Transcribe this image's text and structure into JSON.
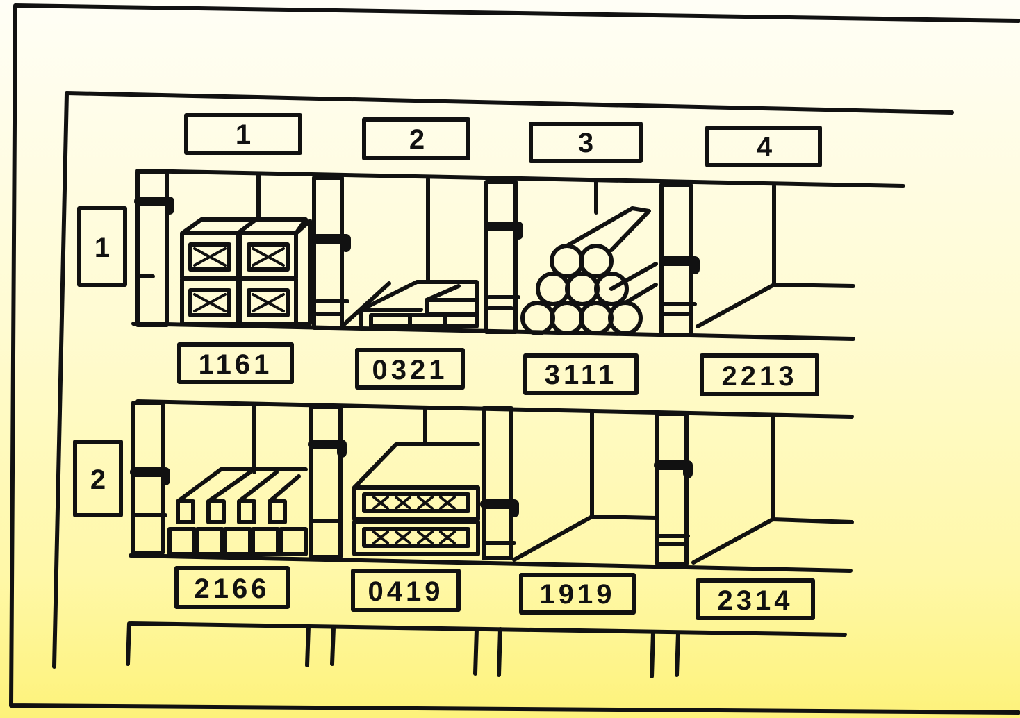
{
  "diagram": {
    "column_labels": [
      "1",
      "2",
      "3",
      "4"
    ],
    "row_labels": [
      "1",
      "2"
    ],
    "bin_codes": [
      [
        "1161",
        "0321",
        "3111",
        "2213"
      ],
      [
        "2166",
        "0419",
        "1919",
        "2314"
      ]
    ],
    "colors": {
      "ink": "#111111",
      "background_top": "#fffef6",
      "background_bottom": "#fdf27a"
    }
  }
}
